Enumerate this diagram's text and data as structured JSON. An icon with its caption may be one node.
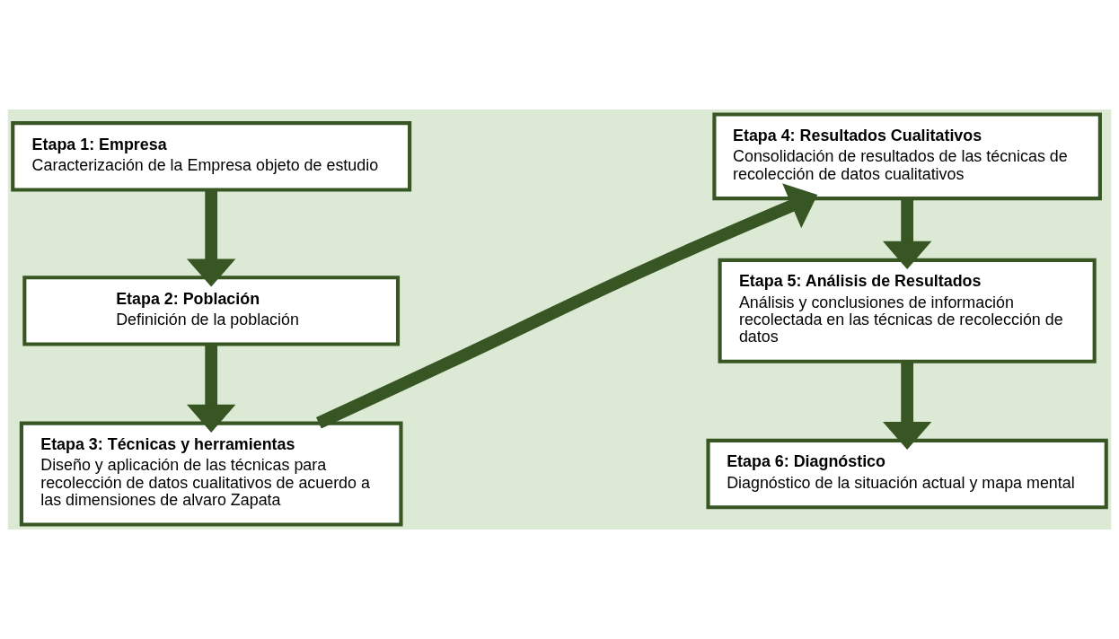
{
  "diagram": {
    "nodes": [
      {
        "text": [
          "Etapa 1: Empresa",
          "Caracterización de la Empresa objeto de estudio"
        ]
      },
      {
        "text": [
          "Etapa 2: Población",
          "Definición de la población"
        ]
      },
      {
        "text": [
          "Etapa 3: Técnicas y herramientas",
          "Diseño y aplicación de las técnicas para recolección de datos cualitativos de acuerdo a las dimensiones de alvaro Zapata"
        ]
      },
      {
        "text": [
          "Etapa 4: Resultados Cualitativos",
          "Consolidación de resultados de las técnicas de recolección de datos cualitativos"
        ]
      },
      {
        "text": [
          "Etapa 5: Análisis de Resultados",
          "Análisis y conclusiones de información recolectada en las técnicas de recolección de datos"
        ]
      },
      {
        "text": [
          "Etapa 6: Diagnóstico",
          "Diagnóstico de la situación actual y mapa mental"
        ]
      }
    ],
    "edges": [
      {
        "from": 0,
        "to": 1,
        "arrow": "to"
      },
      {
        "from": 1,
        "to": 2,
        "arrow": "to"
      },
      {
        "from": 2,
        "to": 3,
        "arrow": "to"
      },
      {
        "from": 3,
        "to": 4,
        "arrow": "to"
      },
      {
        "from": 4,
        "to": 5,
        "arrow": "to"
      }
    ]
  }
}
